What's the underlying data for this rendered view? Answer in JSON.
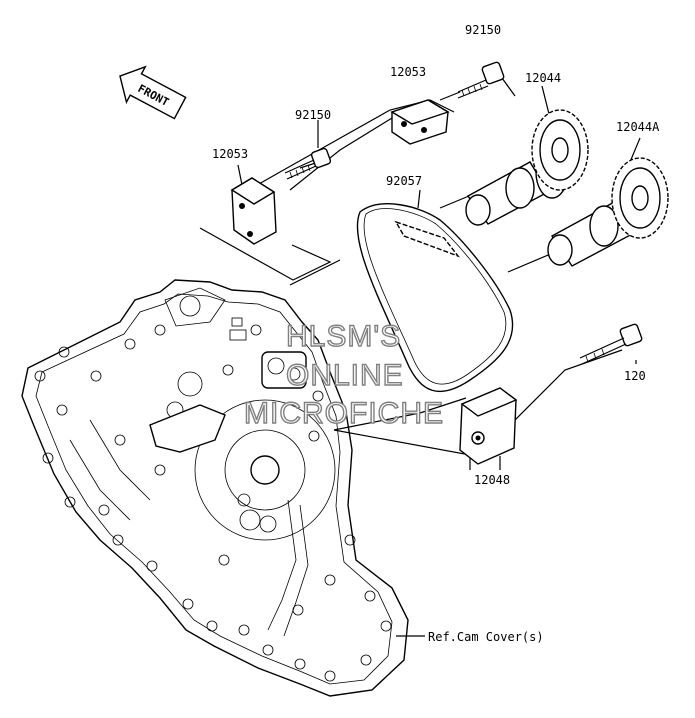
{
  "diagram": {
    "colors": {
      "line": "#000000",
      "background": "#ffffff",
      "watermark": "#808080"
    },
    "orientation_label": "FRONT",
    "watermark_lines": [
      "HLSM'S",
      "ONLINE",
      "MICROFICHE"
    ],
    "parts": [
      {
        "part_no": "92150"
      },
      {
        "part_no": "12053"
      },
      {
        "part_no": "12044"
      },
      {
        "part_no": "92150"
      },
      {
        "part_no": "12044A"
      },
      {
        "part_no": "12053"
      },
      {
        "part_no": "92057"
      },
      {
        "part_no": "120"
      },
      {
        "part_no": "12048"
      }
    ],
    "reference": "Ref.Cam Cover(s)"
  }
}
